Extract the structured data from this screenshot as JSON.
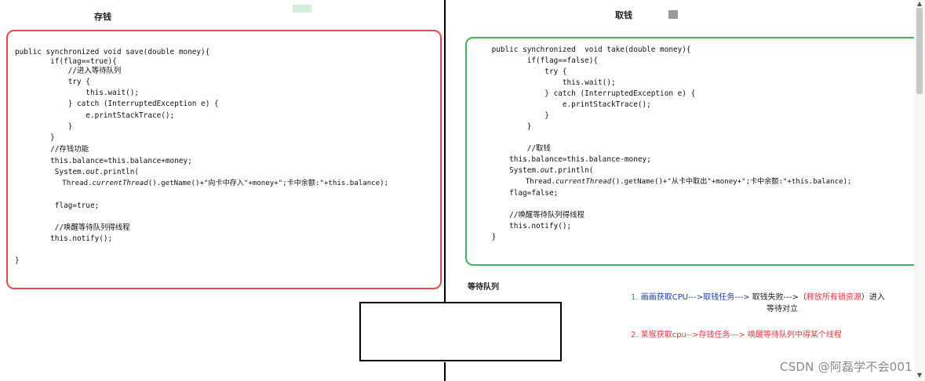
{
  "left_panel": {
    "title": "存钱",
    "code_lines": [
      "public synchronized void save(double money){",
      "        if(flag==true){",
      "            //进入等待队列",
      "            try {",
      "                this.wait();",
      "            } catch (InterruptedException e) {",
      "                e.printStackTrace();",
      "            }",
      "        }",
      "        //存钱功能",
      "        this.balance=this.balance+money;",
      "         System.out.println(",
      "           Thread.currentThread().getName()+\"向卡中存入\"+money+\";卡中余额:\"+this.balance);",
      "",
      "         flag=true;",
      "",
      "         //唤醒等待队列得线程",
      "        this.notify();",
      "",
      "}"
    ]
  },
  "right_panel": {
    "title": "取钱",
    "code_lines": [
      "    public synchronized  void take(double money){",
      "            if(flag==false){",
      "                try {",
      "                    this.wait();",
      "                } catch (InterruptedException e) {",
      "                    e.printStackTrace();",
      "                }",
      "            }",
      "",
      "            //取钱",
      "        this.balance=this.balance-money;",
      "        System.out.println(",
      "            Thread.currentThread().getName()+\"从卡中取出\"+money+\";卡中余额:\"+this.balance);",
      "        flag=false;",
      "",
      "        //唤醒等待队列得线程",
      "        this.notify();",
      "    }"
    ]
  },
  "queue": {
    "label": "等待队列"
  },
  "notes": {
    "line1_num": "1.",
    "line1_a": "画画获取CPU--->取钱任务--->",
    "line1_b": "取钱失败--->（",
    "line1_c": "释放所有锁资源",
    "line1_d": "）进入",
    "line1_e": "等待对立",
    "line2_num": "2.",
    "line2_a": "莱猴获取cpu-->存钱任务--->",
    "line2_b": "唤醒等待队列中得某个线程"
  },
  "watermark": "CSDN @阿磊学不会001",
  "colors": {
    "left_border": "#e24a4f",
    "right_border": "#3fb45a",
    "note_green": "#2ea36b",
    "note_blue": "#1a3fa8",
    "note_red": "#e2383f"
  }
}
